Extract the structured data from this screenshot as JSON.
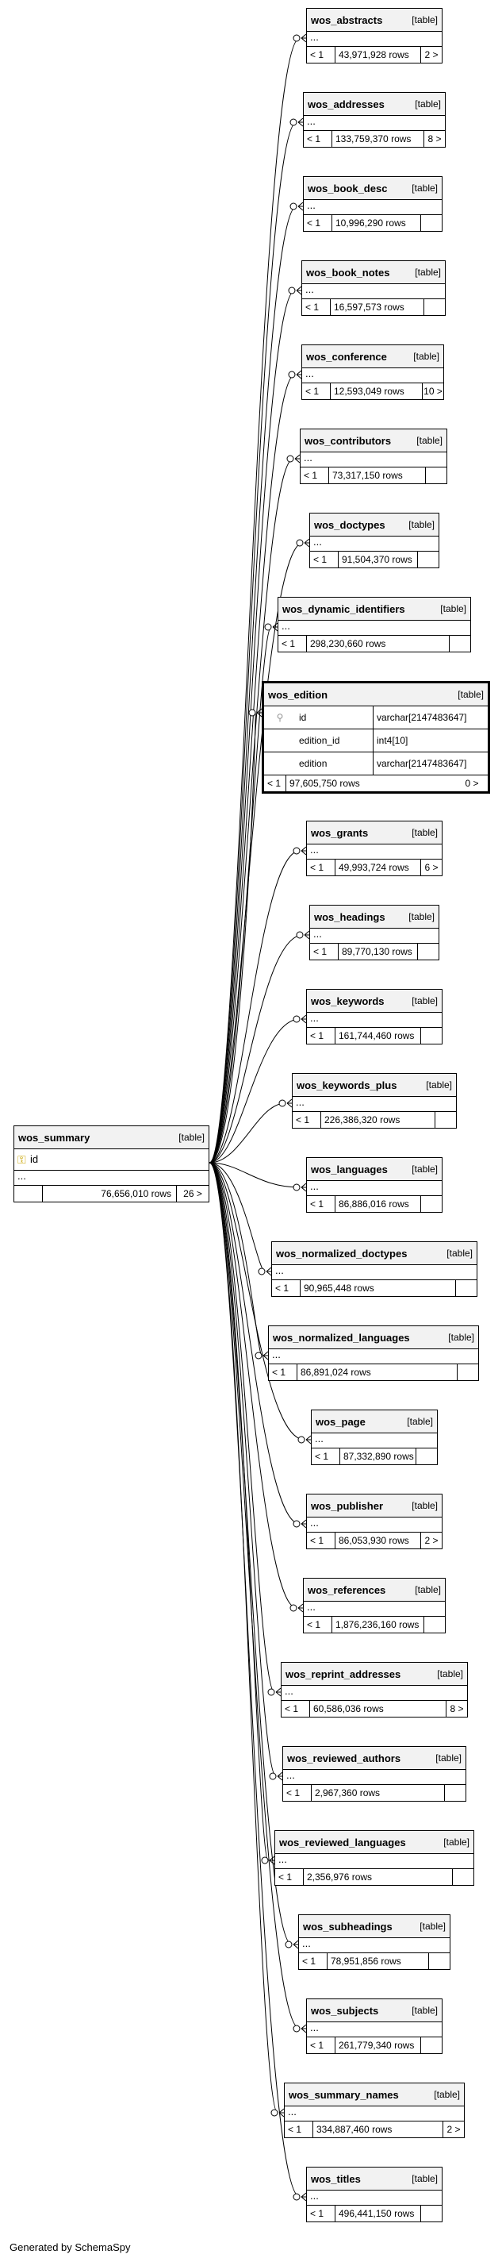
{
  "summary": {
    "name": "wos_summary",
    "type": "[table]",
    "column": "id",
    "ellipsis": "...",
    "rows_prefix": "",
    "rows": "76,656,010 rows",
    "children": "26 >",
    "key_icon": "key-icon"
  },
  "edition": {
    "name": "wos_edition",
    "type": "[table]",
    "columns": [
      {
        "name": "id",
        "type": "varchar[2147483647]"
      },
      {
        "name": "edition_id",
        "type": "int4[10]"
      },
      {
        "name": "edition",
        "type": "varchar[2147483647]"
      }
    ],
    "parents": "< 1",
    "rows": "97,605,750 rows",
    "children": "0 >"
  },
  "tables": [
    {
      "name": "wos_abstracts",
      "type": "[table]",
      "ellipsis": "...",
      "parents": "< 1",
      "rows": "43,971,928 rows",
      "children": "2 >"
    },
    {
      "name": "wos_addresses",
      "type": "[table]",
      "ellipsis": "...",
      "parents": "< 1",
      "rows": "133,759,370 rows",
      "children": "8 >"
    },
    {
      "name": "wos_book_desc",
      "type": "[table]",
      "ellipsis": "...",
      "parents": "< 1",
      "rows": "10,996,290 rows",
      "children": ""
    },
    {
      "name": "wos_book_notes",
      "type": "[table]",
      "ellipsis": "...",
      "parents": "< 1",
      "rows": "16,597,573 rows",
      "children": ""
    },
    {
      "name": "wos_conference",
      "type": "[table]",
      "ellipsis": "...",
      "parents": "< 1",
      "rows": "12,593,049 rows",
      "children": "10 >"
    },
    {
      "name": "wos_contributors",
      "type": "[table]",
      "ellipsis": "...",
      "parents": "< 1",
      "rows": "73,317,150 rows",
      "children": ""
    },
    {
      "name": "wos_doctypes",
      "type": "[table]",
      "ellipsis": "...",
      "parents": "< 1",
      "rows": "91,504,370 rows",
      "children": ""
    },
    {
      "name": "wos_dynamic_identifiers",
      "type": "[table]",
      "ellipsis": "...",
      "parents": "< 1",
      "rows": "298,230,660 rows",
      "children": ""
    },
    {
      "name": "wos_grants",
      "type": "[table]",
      "ellipsis": "...",
      "parents": "< 1",
      "rows": "49,993,724 rows",
      "children": "6 >"
    },
    {
      "name": "wos_headings",
      "type": "[table]",
      "ellipsis": "...",
      "parents": "< 1",
      "rows": "89,770,130 rows",
      "children": ""
    },
    {
      "name": "wos_keywords",
      "type": "[table]",
      "ellipsis": "...",
      "parents": "< 1",
      "rows": "161,744,460 rows",
      "children": ""
    },
    {
      "name": "wos_keywords_plus",
      "type": "[table]",
      "ellipsis": "...",
      "parents": "< 1",
      "rows": "226,386,320 rows",
      "children": ""
    },
    {
      "name": "wos_languages",
      "type": "[table]",
      "ellipsis": "...",
      "parents": "< 1",
      "rows": "86,886,016 rows",
      "children": ""
    },
    {
      "name": "wos_normalized_doctypes",
      "type": "[table]",
      "ellipsis": "...",
      "parents": "< 1",
      "rows": "90,965,448 rows",
      "children": ""
    },
    {
      "name": "wos_normalized_languages",
      "type": "[table]",
      "ellipsis": "...",
      "parents": "< 1",
      "rows": "86,891,024 rows",
      "children": ""
    },
    {
      "name": "wos_page",
      "type": "[table]",
      "ellipsis": "...",
      "parents": "< 1",
      "rows": "87,332,890 rows",
      "children": ""
    },
    {
      "name": "wos_publisher",
      "type": "[table]",
      "ellipsis": "...",
      "parents": "< 1",
      "rows": "86,053,930 rows",
      "children": "2 >"
    },
    {
      "name": "wos_references",
      "type": "[table]",
      "ellipsis": "...",
      "parents": "< 1",
      "rows": "1,876,236,160 rows",
      "children": ""
    },
    {
      "name": "wos_reprint_addresses",
      "type": "[table]",
      "ellipsis": "...",
      "parents": "< 1",
      "rows": "60,586,036 rows",
      "children": "8 >"
    },
    {
      "name": "wos_reviewed_authors",
      "type": "[table]",
      "ellipsis": "...",
      "parents": "< 1",
      "rows": "2,967,360 rows",
      "children": ""
    },
    {
      "name": "wos_reviewed_languages",
      "type": "[table]",
      "ellipsis": "...",
      "parents": "< 1",
      "rows": "2,356,976 rows",
      "children": ""
    },
    {
      "name": "wos_subheadings",
      "type": "[table]",
      "ellipsis": "...",
      "parents": "< 1",
      "rows": "78,951,856 rows",
      "children": ""
    },
    {
      "name": "wos_subjects",
      "type": "[table]",
      "ellipsis": "...",
      "parents": "< 1",
      "rows": "261,779,340 rows",
      "children": ""
    },
    {
      "name": "wos_summary_names",
      "type": "[table]",
      "ellipsis": "...",
      "parents": "< 1",
      "rows": "334,887,460 rows",
      "children": "2 >"
    },
    {
      "name": "wos_titles",
      "type": "[table]",
      "ellipsis": "...",
      "parents": "< 1",
      "rows": "496,441,150 rows",
      "children": ""
    }
  ],
  "footer": "Generated by SchemaSpy"
}
